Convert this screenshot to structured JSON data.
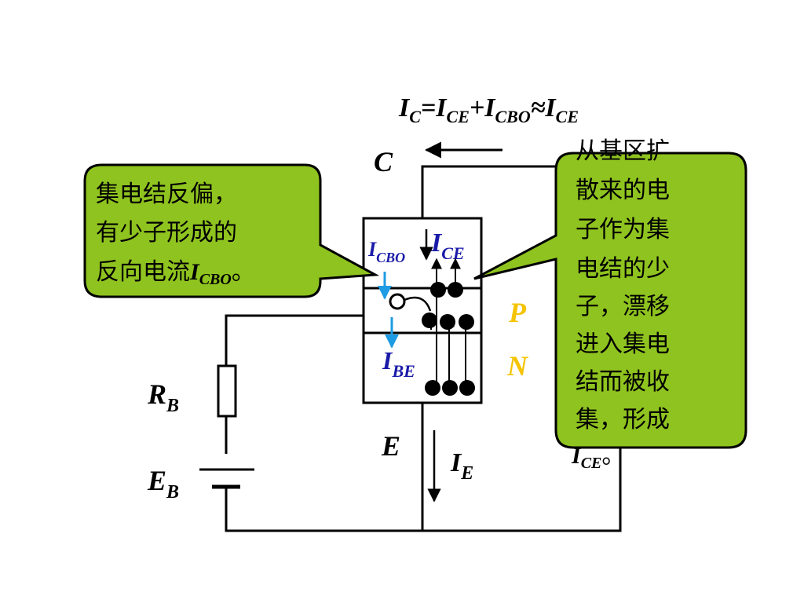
{
  "formula": {
    "i1": "I",
    "s1": "C",
    "eq": "=",
    "i2": "I",
    "s2": "CE",
    "plus": "+",
    "i3": "I",
    "s3": "CBO",
    "approx": "≈",
    "i4": "I",
    "s4": "CE"
  },
  "terminals": {
    "c": "C",
    "e": "E"
  },
  "currents": {
    "icbo": {
      "main": "I",
      "sub": "CBO"
    },
    "ice": {
      "main": "I",
      "sub": "CE"
    },
    "ibe": {
      "main": "I",
      "sub": "BE"
    },
    "ie": {
      "main": "I",
      "sub": "E"
    }
  },
  "regions": {
    "p": "P",
    "n": "N"
  },
  "components": {
    "rb": {
      "main": "R",
      "sub": "B"
    },
    "eb": {
      "main": "E",
      "sub": "B"
    }
  },
  "callout_left": {
    "line1": "集电结反偏，",
    "line2": "有少子形成的",
    "line3_prefix": "反向电流",
    "line3_main": "I",
    "line3_sub": "CBO",
    "line3_suffix": "。"
  },
  "callout_right": {
    "lines": [
      "从基区扩",
      "散来的电",
      "子作为集",
      "电结的少",
      "子，漂移",
      "进入集电",
      "结而被收",
      "集，形成"
    ],
    "last_main": "I",
    "last_sub": "CE",
    "last_suffix": "。"
  },
  "colors": {
    "callout_fill": "#8fc31f",
    "current_blue": "#1a1aa8",
    "arrow_cyan": "#1e9be3",
    "region_label": "#f5c400"
  }
}
